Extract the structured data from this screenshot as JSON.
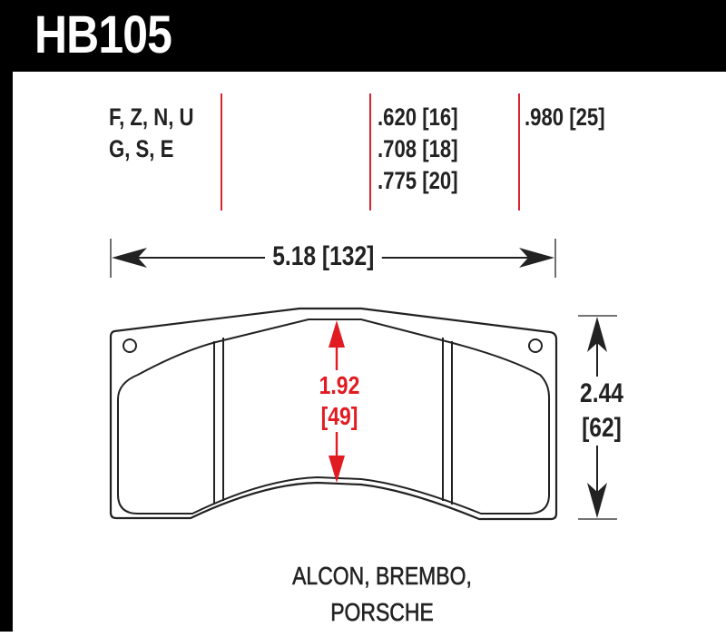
{
  "header": {
    "part_number": "HB105"
  },
  "compounds": {
    "line1": "F, Z, N, U",
    "line2": "G, S, E"
  },
  "thickness_group_a": {
    "line1": ".620 [16]",
    "line2": ".708 [18]",
    "line3": ".775 [20]"
  },
  "thickness_group_b": {
    "line1": ".980 [25]"
  },
  "dimensions": {
    "width": "5.18 [132]",
    "height_in": "2.44",
    "height_mm": "[62]",
    "friction_height_in": "1.92",
    "friction_height_mm": "[49]"
  },
  "applications": {
    "line1": "ALCON, BREMBO,",
    "line2": "PORSCHE"
  },
  "colors": {
    "frame": "#000000",
    "text": "#222222",
    "accent_red": "#e11b22",
    "divider_red": "#d9232e"
  }
}
